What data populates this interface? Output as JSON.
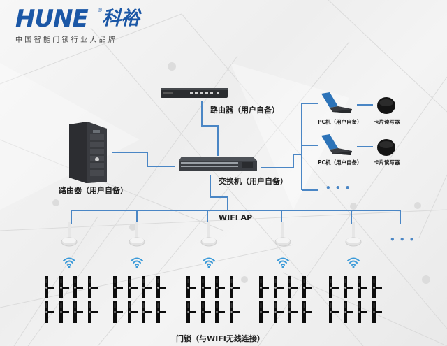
{
  "brand": {
    "logo_latin": "HUNE",
    "logo_registered": "®",
    "logo_cn": "科裕",
    "tagline": "中国智能门锁行业大品牌",
    "primary_color": "#1b57a6",
    "accent_color": "#d8262f"
  },
  "diagram": {
    "line_color": "#4a86c5",
    "nodes": {
      "top_router": {
        "label": "路由器（用户自备）",
        "icon": "router-icon"
      },
      "server": {
        "label": "路由器（用户自备）",
        "icon": "server-tower-icon"
      },
      "switch": {
        "label": "交换机（用户自备）",
        "icon": "network-switch-icon"
      },
      "pcs": [
        {
          "label": "PC机（用户自备）",
          "icon": "laptop-icon",
          "reader_label": "卡片读写器",
          "reader_icon": "card-reader-icon"
        },
        {
          "label": "PC机（用户自备）",
          "icon": "laptop-icon",
          "reader_label": "卡片读写器",
          "reader_icon": "card-reader-icon"
        }
      ],
      "pc_more": "• • •",
      "wifi_ap_label": "WIFI  AP",
      "access_points": 5,
      "ap_more": "• • •",
      "locks_per_group": 8,
      "lock_groups": 5,
      "locks_label": "门锁（与WIFI无线连接）"
    }
  }
}
